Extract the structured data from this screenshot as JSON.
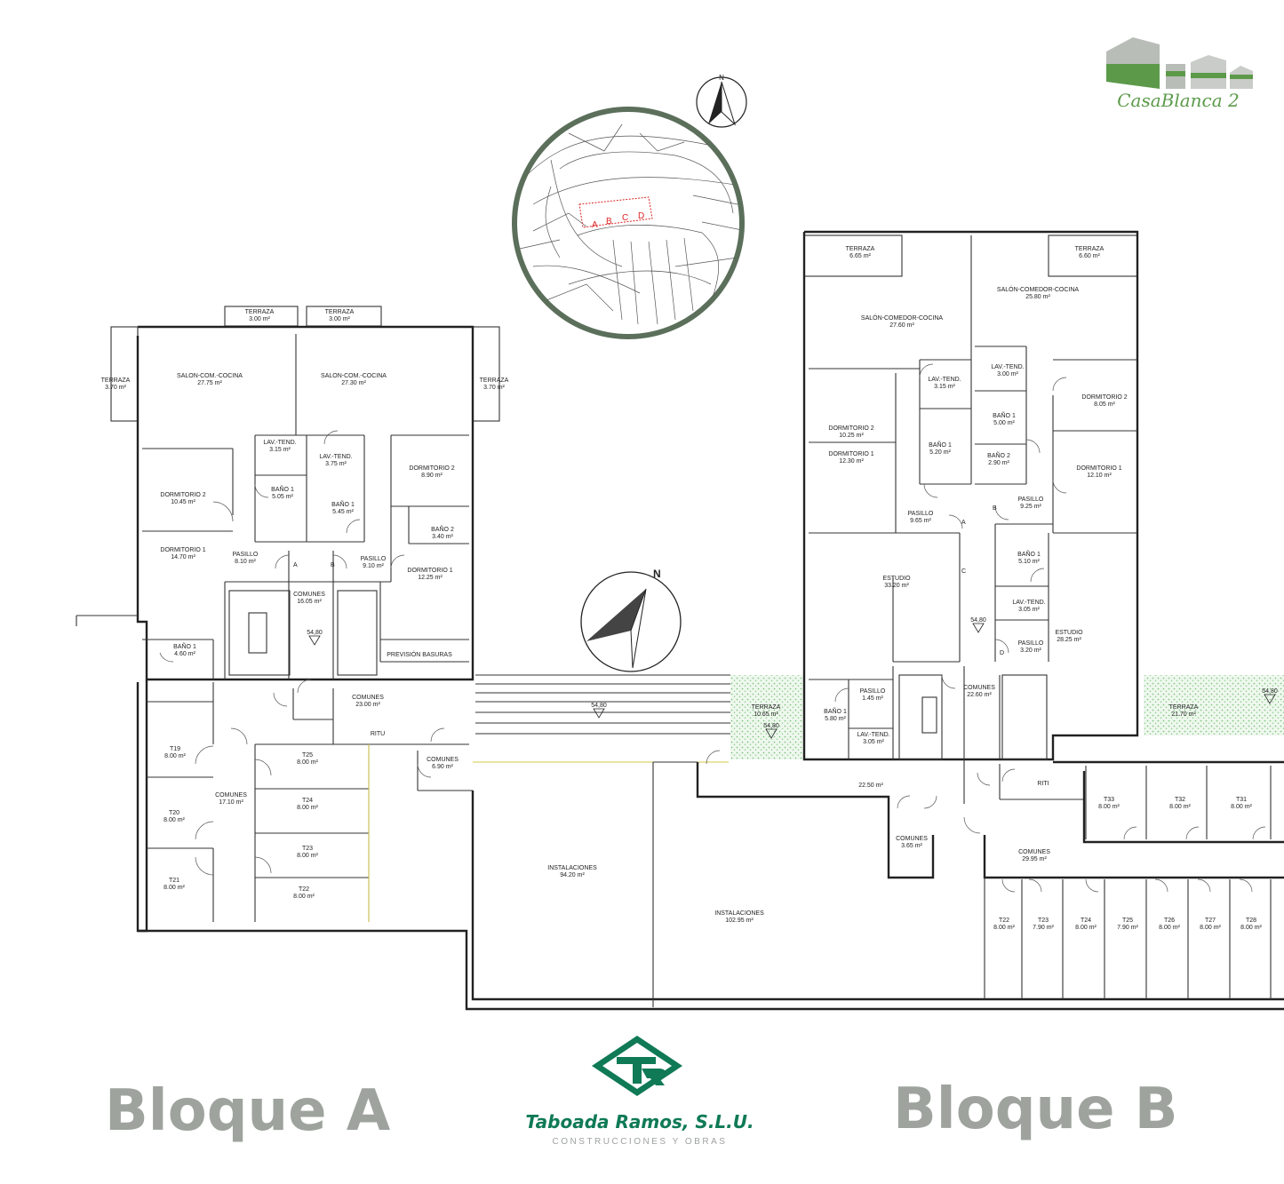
{
  "branding": {
    "logo_text": "CasaBlanca 2",
    "company_name": "Taboada Ramos, S.L.U.",
    "company_tagline": "CONSTRUCCIONES Y OBRAS",
    "accent_green": "#2e8b57",
    "logo_green": "#5c9a4a",
    "logo_grey": "#b9bdb8"
  },
  "compass": {
    "north": "N"
  },
  "site_map": {
    "blocks": [
      "A",
      "B",
      "C",
      "D"
    ]
  },
  "blocks": {
    "a_title": "Bloque A",
    "b_title": "Bloque B"
  },
  "levels": {
    "a": "54,80",
    "center": "54,80",
    "b": "54,80",
    "terrace": "54,80",
    "edge": "54,80"
  },
  "rooms": [
    {
      "name": "TERRAZA",
      "area": "3.00 m²"
    },
    {
      "name": "TERRAZA",
      "area": "3.00 m²"
    },
    {
      "name": "TERRAZA",
      "area": "3.70 m²"
    },
    {
      "name": "TERRAZA",
      "area": "3.70 m²"
    },
    {
      "name": "SALON-COM.-COCINA",
      "area": "27.75 m²"
    },
    {
      "name": "SALON-COM.-COCINA",
      "area": "27.30 m²"
    },
    {
      "name": "LAV.-TEND.",
      "area": "3.15 m²"
    },
    {
      "name": "LAV.-TEND.",
      "area": "3.75 m²"
    },
    {
      "name": "DORMITORIO 2",
      "area": "10.45 m²"
    },
    {
      "name": "BAÑO 1",
      "area": "5.05 m²"
    },
    {
      "name": "BAÑO 1",
      "area": "5.45 m²"
    },
    {
      "name": "DORMITORIO 2",
      "area": "8.90 m²"
    },
    {
      "name": "BAÑO 2",
      "area": "3.40 m²"
    },
    {
      "name": "DORMITORIO 1",
      "area": "14.70 m²"
    },
    {
      "name": "PASILLO",
      "area": "8.10 m²"
    },
    {
      "name": "PASILLO",
      "area": "9.10 m²"
    },
    {
      "name": "DORMITORIO 1",
      "area": "12.25 m²"
    },
    {
      "name": "COMUNES",
      "area": "16.05 m²"
    },
    {
      "name": "BAÑO 1",
      "area": "4.60 m²"
    },
    {
      "name": "PREVISIÓN BASURAS",
      "area": ""
    },
    {
      "name": "COMUNES",
      "area": "23.00 m²"
    },
    {
      "name": "RITU",
      "area": ""
    },
    {
      "name": "T19",
      "area": "8.00 m²"
    },
    {
      "name": "T25",
      "area": "8.00 m²"
    },
    {
      "name": "COMUNES",
      "area": "17.10 m²"
    },
    {
      "name": "T20",
      "area": "8.00 m²"
    },
    {
      "name": "T24",
      "area": "8.00 m²"
    },
    {
      "name": "T23",
      "area": "8.00 m²"
    },
    {
      "name": "T21",
      "area": "8.00 m²"
    },
    {
      "name": "T22",
      "area": "8.00 m²"
    },
    {
      "name": "COMUNES",
      "area": "6.90 m²"
    },
    {
      "name": "INSTALACIONES",
      "area": "94.20 m²"
    },
    {
      "name": "INSTALACIONES",
      "area": "102.95 m²"
    },
    {
      "name": "TERRAZA",
      "area": "6.65 m²"
    },
    {
      "name": "TERRAZA",
      "area": "6.60 m²"
    },
    {
      "name": "SALÓN-COMEDOR-COCINA",
      "area": "27.60 m²"
    },
    {
      "name": "SALÓN-COMEDOR-COCINA",
      "area": "25.80 m²"
    },
    {
      "name": "LAV.-TEND.",
      "area": "3.15 m²"
    },
    {
      "name": "LAV.-TEND.",
      "area": "3.00 m²"
    },
    {
      "name": "DORMITORIO 2",
      "area": "8.05 m²"
    },
    {
      "name": "BAÑO 1",
      "area": "5.00 m²"
    },
    {
      "name": "DORMITORIO 2",
      "area": "10.25 m²"
    },
    {
      "name": "BAÑO 1",
      "area": "5.20 m²"
    },
    {
      "name": "DORMITORIO 1",
      "area": "12.30 m²"
    },
    {
      "name": "BAÑO 2",
      "area": "2.90 m²"
    },
    {
      "name": "DORMITORIO 1",
      "area": "12.10 m²"
    },
    {
      "name": "PASILLO",
      "area": "9.25 m²"
    },
    {
      "name": "PASILLO",
      "area": "9.65 m²"
    },
    {
      "name": "ESTUDIO",
      "area": "33.20 m²"
    },
    {
      "name": "BAÑO 1",
      "area": "5.10 m²"
    },
    {
      "name": "LAV.-TEND.",
      "area": "3.05 m²"
    },
    {
      "name": "ESTUDIO",
      "area": "28.25 m²"
    },
    {
      "name": "PASILLO",
      "area": "3.20 m²"
    },
    {
      "name": "PASILLO",
      "area": "1.45 m²"
    },
    {
      "name": "COMUNES",
      "area": "22.60 m²"
    },
    {
      "name": "BAÑO 1",
      "area": "5.80 m²"
    },
    {
      "name": "LAV.-TEND.",
      "area": "3.05 m²"
    },
    {
      "name": "TERRAZA",
      "area": "10.65 m²"
    },
    {
      "name": "TERRAZA",
      "area": "21.70 m²"
    },
    {
      "name": "",
      "area": "22.50 m²"
    },
    {
      "name": "RITI",
      "area": ""
    },
    {
      "name": "T33",
      "area": "8.00 m²"
    },
    {
      "name": "T32",
      "area": "8.00 m²"
    },
    {
      "name": "T31",
      "area": "8.00 m²"
    },
    {
      "name": "COMUNES",
      "area": "3.65 m²"
    },
    {
      "name": "COMUNES",
      "area": "29.95 m²"
    },
    {
      "name": "T22",
      "area": "8.00 m²"
    },
    {
      "name": "T23",
      "area": "7.90 m²"
    },
    {
      "name": "T24",
      "area": "8.00 m²"
    },
    {
      "name": "T25",
      "area": "7.90 m²"
    },
    {
      "name": "T26",
      "area": "8.00 m²"
    },
    {
      "name": "T27",
      "area": "8.00 m²"
    },
    {
      "name": "T28",
      "area": "8.00 m²"
    }
  ],
  "door_marks": [
    "A",
    "B",
    "A",
    "B",
    "C",
    "D"
  ]
}
